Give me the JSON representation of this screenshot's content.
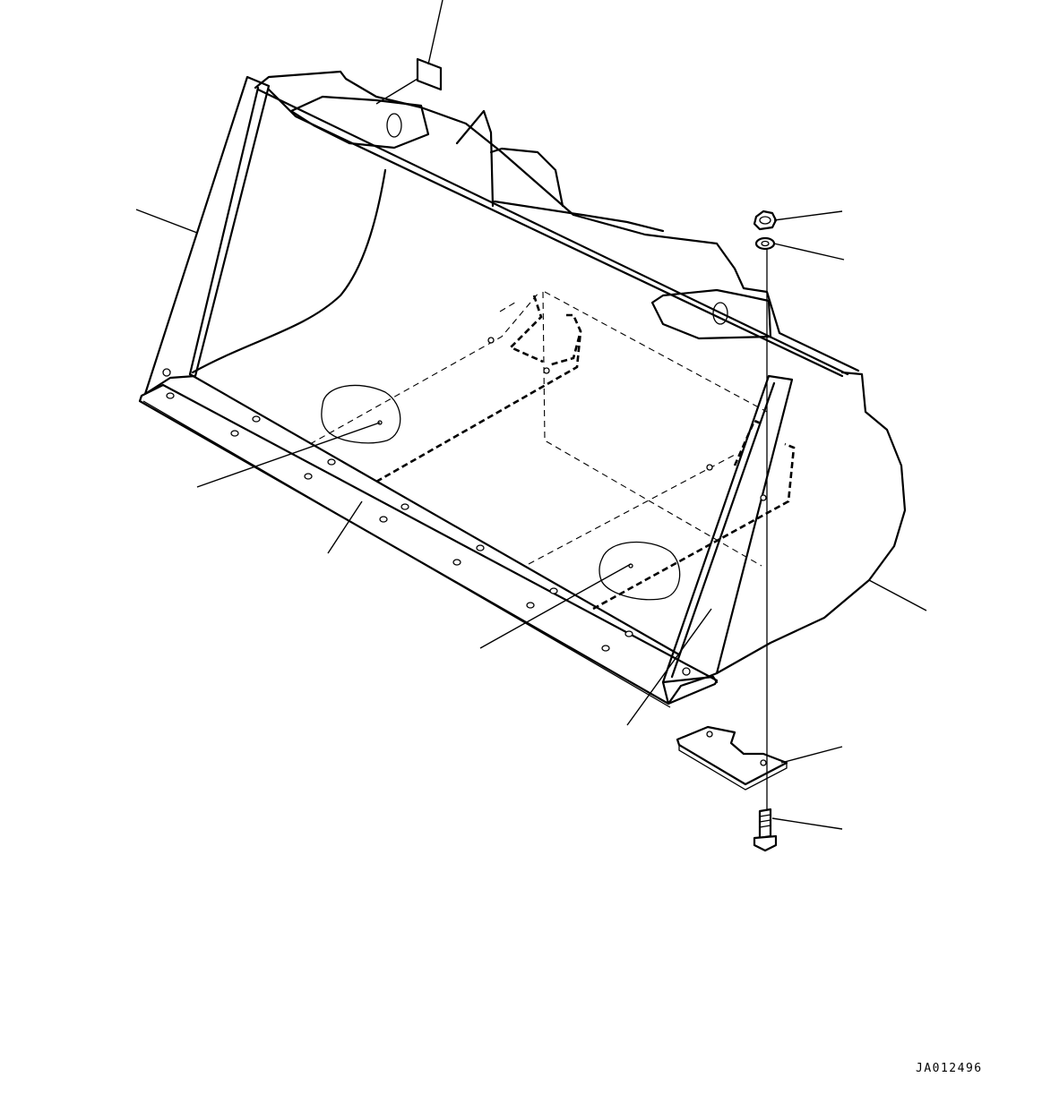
{
  "drawing": {
    "id_code": "JA012496",
    "subject": "wheel-loader-bucket-assembly",
    "parts": [
      {
        "name": "bucket-body"
      },
      {
        "name": "side-plate"
      },
      {
        "name": "cutting-edge"
      },
      {
        "name": "wear-plate-left"
      },
      {
        "name": "wear-plate-right"
      },
      {
        "name": "side-cutter"
      },
      {
        "name": "nut"
      },
      {
        "name": "washer"
      },
      {
        "name": "bolt"
      },
      {
        "name": "label-plate"
      }
    ]
  }
}
